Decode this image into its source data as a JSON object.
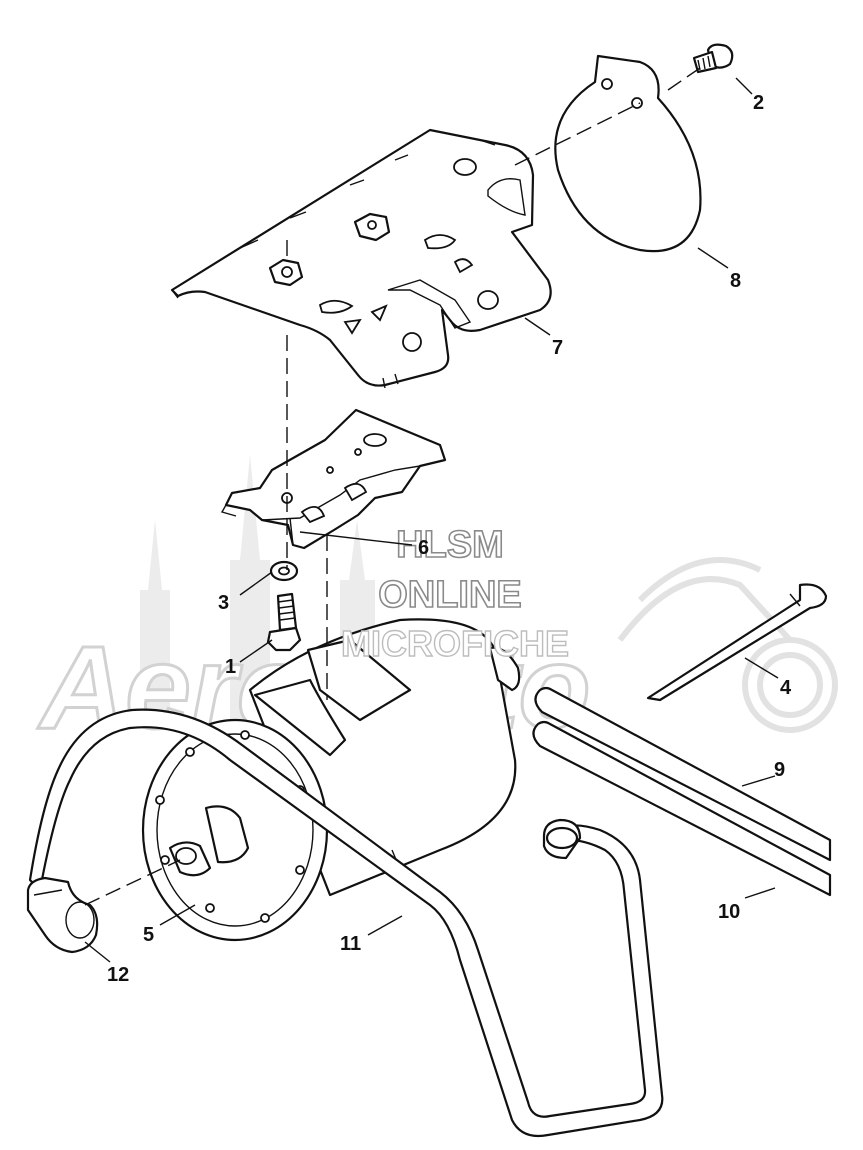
{
  "watermark": {
    "brand_logo": "AeroMoto",
    "line1": "HLSM",
    "line2": "ONLINE",
    "line3": "MICROFICHE"
  },
  "callouts": [
    {
      "id": "1",
      "label": "1"
    },
    {
      "id": "2",
      "label": "2"
    },
    {
      "id": "3",
      "label": "3"
    },
    {
      "id": "4",
      "label": "4"
    },
    {
      "id": "5",
      "label": "5"
    },
    {
      "id": "6",
      "label": "6"
    },
    {
      "id": "7",
      "label": "7"
    },
    {
      "id": "8",
      "label": "8"
    },
    {
      "id": "9",
      "label": "9"
    },
    {
      "id": "10",
      "label": "10"
    },
    {
      "id": "11",
      "label": "11"
    },
    {
      "id": "12",
      "label": "12"
    }
  ],
  "icons": {
    "watermark_motorcycle": "motorcycle-silhouette-icon",
    "watermark_skyline": "city-skyline-icon"
  }
}
